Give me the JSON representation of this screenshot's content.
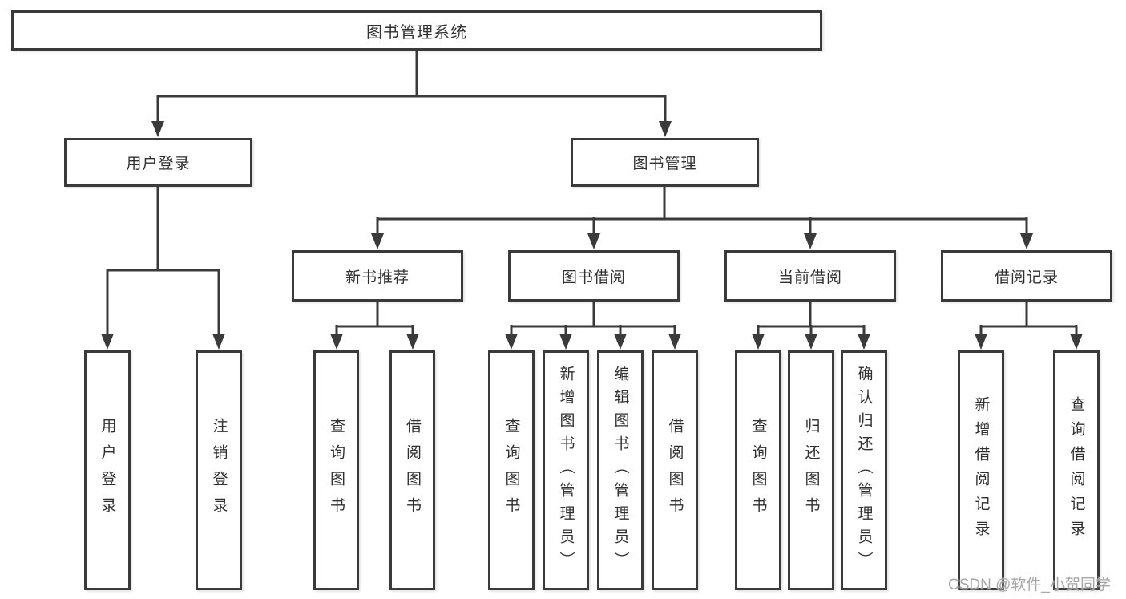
{
  "diagram": {
    "title_note": "functional structure chart",
    "root": {
      "label": "图书管理系统"
    },
    "branches": [
      {
        "label": "用户登录",
        "children": [
          {
            "label": "用户登录"
          },
          {
            "label": "注销登录"
          }
        ]
      },
      {
        "label": "图书管理",
        "children": [
          {
            "label": "新书推荐",
            "children": [
              {
                "label": "查询图书"
              },
              {
                "label": "借阅图书"
              }
            ]
          },
          {
            "label": "图书借阅",
            "children": [
              {
                "label": "查询图书"
              },
              {
                "label": "新增图书（管理员）"
              },
              {
                "label": "编辑图书（管理员）"
              },
              {
                "label": "借阅图书"
              }
            ]
          },
          {
            "label": "当前借阅",
            "children": [
              {
                "label": "查询图书"
              },
              {
                "label": "归还图书"
              },
              {
                "label": "确认归还（管理员）"
              }
            ]
          },
          {
            "label": "借阅记录",
            "children": [
              {
                "label": "新增借阅记录"
              },
              {
                "label": "查询借阅记录"
              }
            ]
          }
        ]
      }
    ],
    "watermark": "CSDN @软件_小贺同学",
    "colors": {
      "line": "#3a3a3a",
      "box_border": "#3a3a3a",
      "background": "#ffffff",
      "text": "#303030",
      "watermark": "#9e9e9e"
    }
  }
}
